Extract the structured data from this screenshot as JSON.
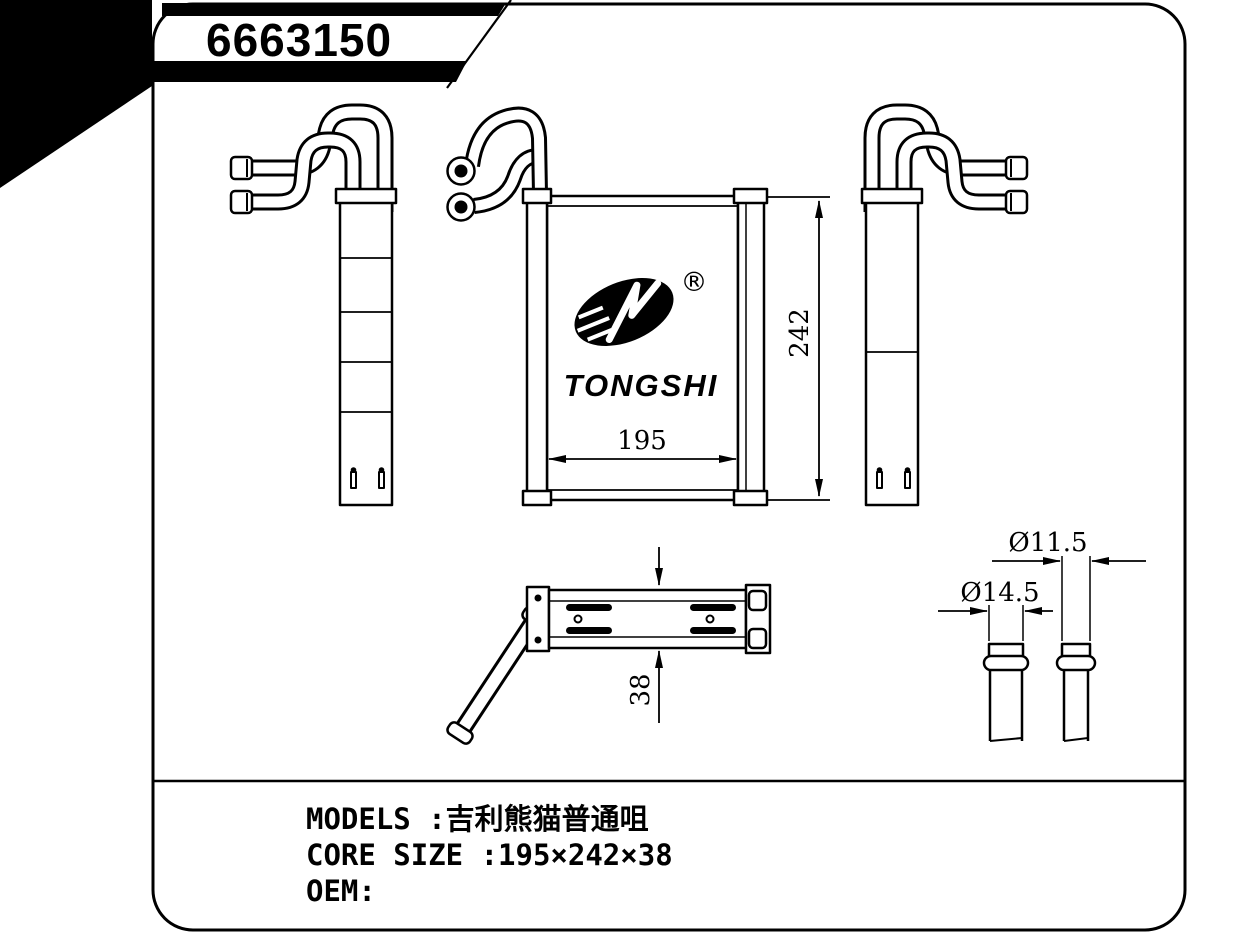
{
  "page": {
    "paper_color": "#ffffff",
    "ink_color": "#000000"
  },
  "banner": {
    "part_number": "6663150"
  },
  "logo": {
    "brand": "TONGSHI",
    "registered_mark": "®"
  },
  "dimensions": {
    "core_width": "195",
    "core_height": "242",
    "core_depth": "38",
    "small_pipe_diameter": "Ø11.5",
    "large_pipe_diameter": "Ø14.5"
  },
  "info": {
    "models_line": "MODELS :吉利熊猫普通咀",
    "core_size_line": "CORE SIZE :195×242×38",
    "oem_line": "OEM:"
  }
}
